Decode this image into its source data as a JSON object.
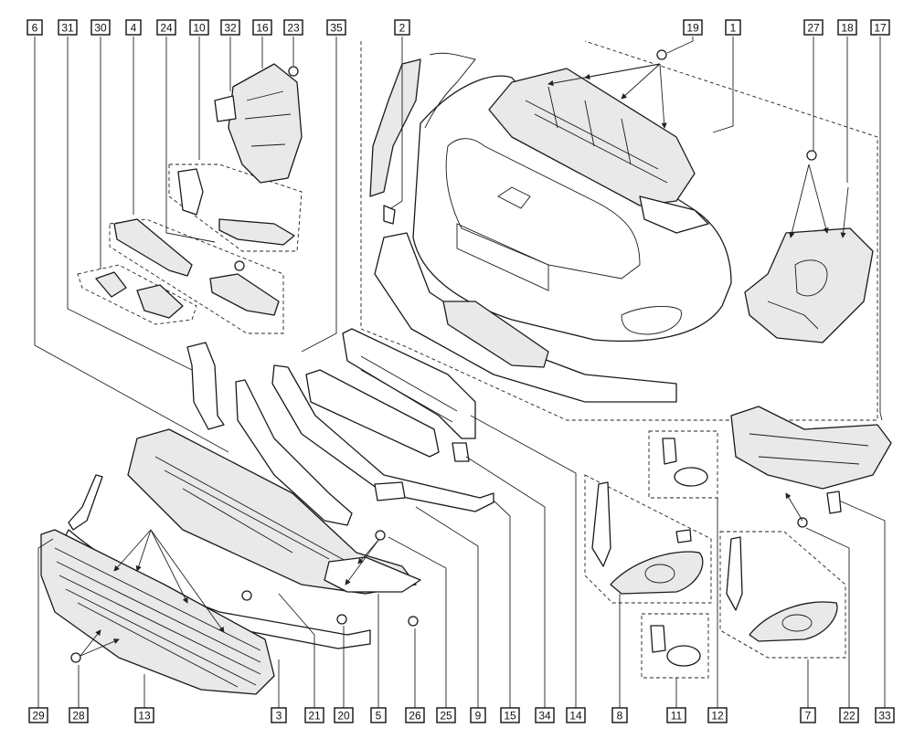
{
  "callouts": {
    "top": [
      "6",
      "31",
      "30",
      "4",
      "24",
      "10",
      "32",
      "16",
      "23",
      "35",
      "2",
      "19",
      "1",
      "27",
      "18",
      "17"
    ],
    "bottom": [
      "29",
      "28",
      "13",
      "3",
      "21",
      "20",
      "5",
      "26",
      "25",
      "9",
      "15",
      "34",
      "14",
      "8",
      "11",
      "12",
      "7",
      "22",
      "33"
    ]
  }
}
